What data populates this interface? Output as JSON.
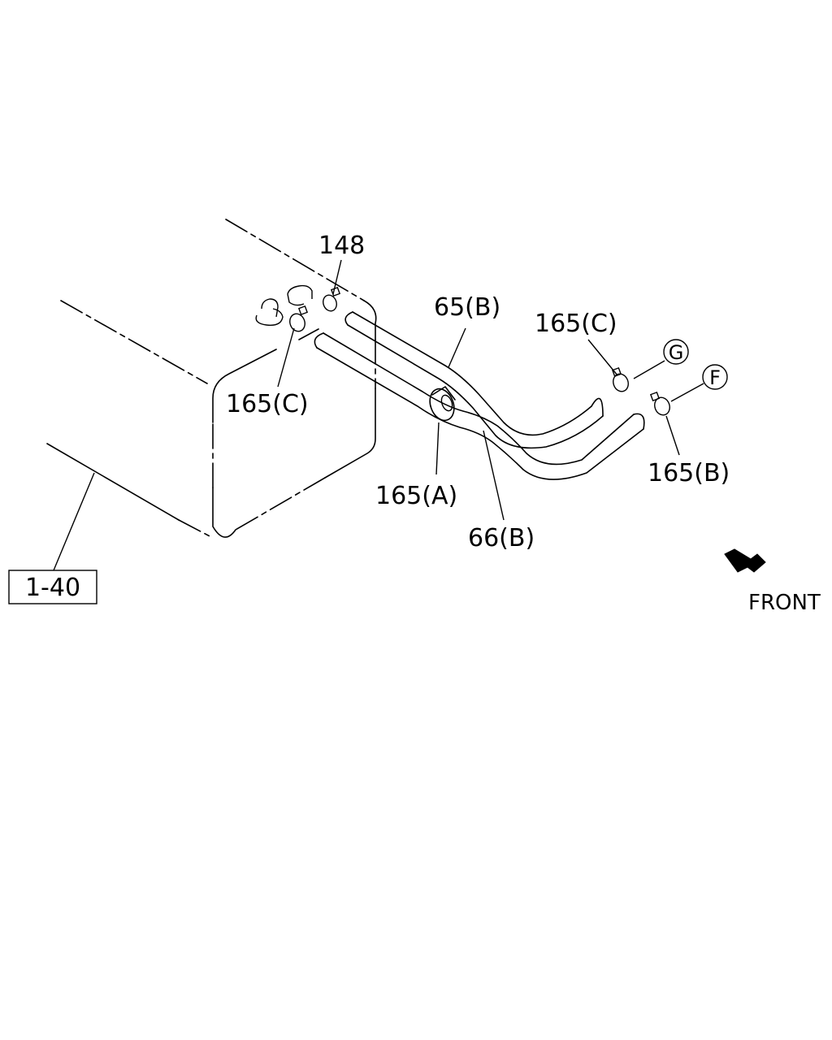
{
  "labels": {
    "p148": "148",
    "p165c_left": "165(C)",
    "p65b": "65(B)",
    "p165c_right": "165(C)",
    "p165a": "165(A)",
    "p66b": "66(B)",
    "p165b": "165(B)",
    "ref_box": "1-40",
    "conn_g": "G",
    "conn_f": "F",
    "front": "FRONT"
  }
}
